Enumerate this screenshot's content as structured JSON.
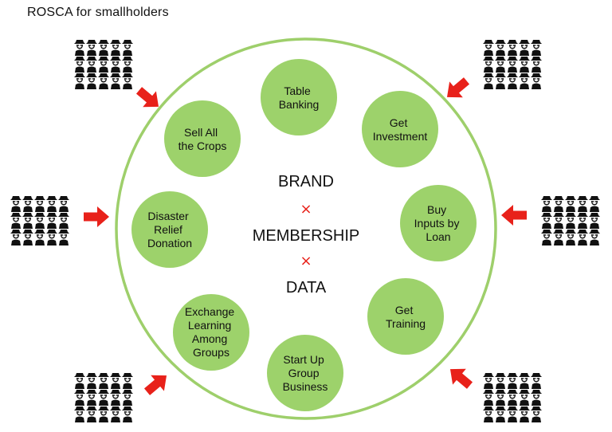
{
  "title": "ROSCA for smallholders",
  "colors": {
    "ring": "#9ecf6b",
    "bubble": "#9dd26b",
    "arrow": "#e8211a",
    "cross": "#e8211a",
    "people": "#111111"
  },
  "center": {
    "lines": [
      "BRAND",
      "×",
      "MEMBERSHIP",
      "×",
      "DATA"
    ]
  },
  "activities": [
    {
      "lines": [
        "Table",
        "Banking"
      ]
    },
    {
      "lines": [
        "Get",
        "Investment"
      ]
    },
    {
      "lines": [
        "Buy",
        "Inputs by",
        "Loan"
      ]
    },
    {
      "lines": [
        "Get",
        "Training"
      ]
    },
    {
      "lines": [
        "Start Up",
        "Group",
        "Business"
      ]
    },
    {
      "lines": [
        "Exchange",
        "Learning",
        "Among",
        "Groups"
      ]
    },
    {
      "lines": [
        "Disaster",
        "Relief",
        "Donation"
      ]
    },
    {
      "lines": [
        "Sell All",
        "the Crops"
      ]
    }
  ],
  "people_groups": [
    {
      "icon": "crowd-icon",
      "arrow": "arrow-down-right-icon"
    },
    {
      "icon": "crowd-icon",
      "arrow": "arrow-down-left-icon"
    },
    {
      "icon": "crowd-icon",
      "arrow": "arrow-right-icon"
    },
    {
      "icon": "crowd-icon",
      "arrow": "arrow-left-icon"
    },
    {
      "icon": "crowd-icon",
      "arrow": "arrow-up-right-icon"
    },
    {
      "icon": "crowd-icon",
      "arrow": "arrow-up-left-icon"
    }
  ]
}
